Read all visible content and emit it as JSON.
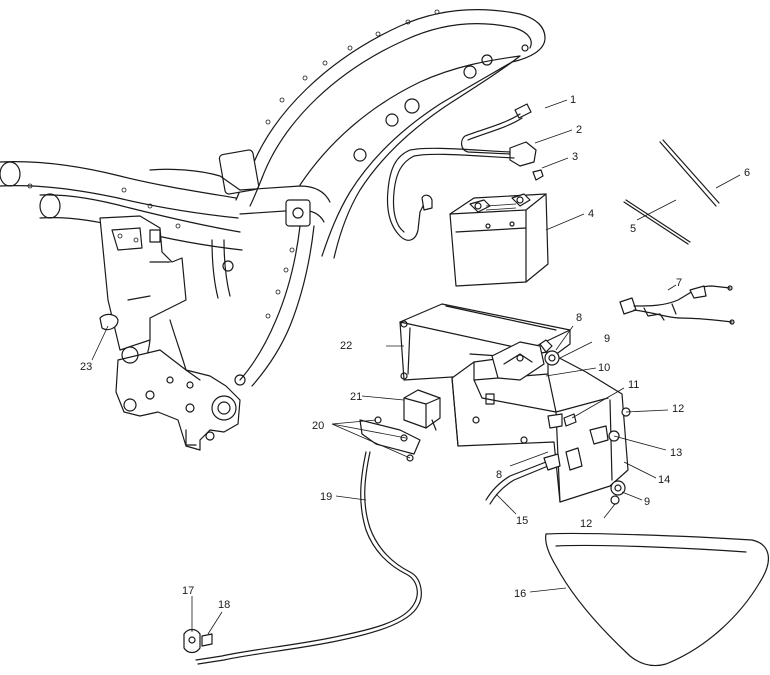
{
  "callouts": [
    {
      "id": "c1",
      "text": "1"
    },
    {
      "id": "c2",
      "text": "2"
    },
    {
      "id": "c3",
      "text": "3"
    },
    {
      "id": "c4",
      "text": "4"
    },
    {
      "id": "c5",
      "text": "5"
    },
    {
      "id": "c6",
      "text": "6"
    },
    {
      "id": "c7",
      "text": "7"
    },
    {
      "id": "c8a",
      "text": "8"
    },
    {
      "id": "c8b",
      "text": "8"
    },
    {
      "id": "c9a",
      "text": "9"
    },
    {
      "id": "c9b",
      "text": "9"
    },
    {
      "id": "c10",
      "text": "10"
    },
    {
      "id": "c11",
      "text": "11"
    },
    {
      "id": "c12a",
      "text": "12"
    },
    {
      "id": "c12b",
      "text": "12"
    },
    {
      "id": "c13",
      "text": "13"
    },
    {
      "id": "c14",
      "text": "14"
    },
    {
      "id": "c15",
      "text": "15"
    },
    {
      "id": "c16",
      "text": "16"
    },
    {
      "id": "c17",
      "text": "17"
    },
    {
      "id": "c18",
      "text": "18"
    },
    {
      "id": "c19",
      "text": "19"
    },
    {
      "id": "c20",
      "text": "20"
    },
    {
      "id": "c21",
      "text": "21"
    },
    {
      "id": "c22",
      "text": "22"
    },
    {
      "id": "c23",
      "text": "23"
    }
  ]
}
